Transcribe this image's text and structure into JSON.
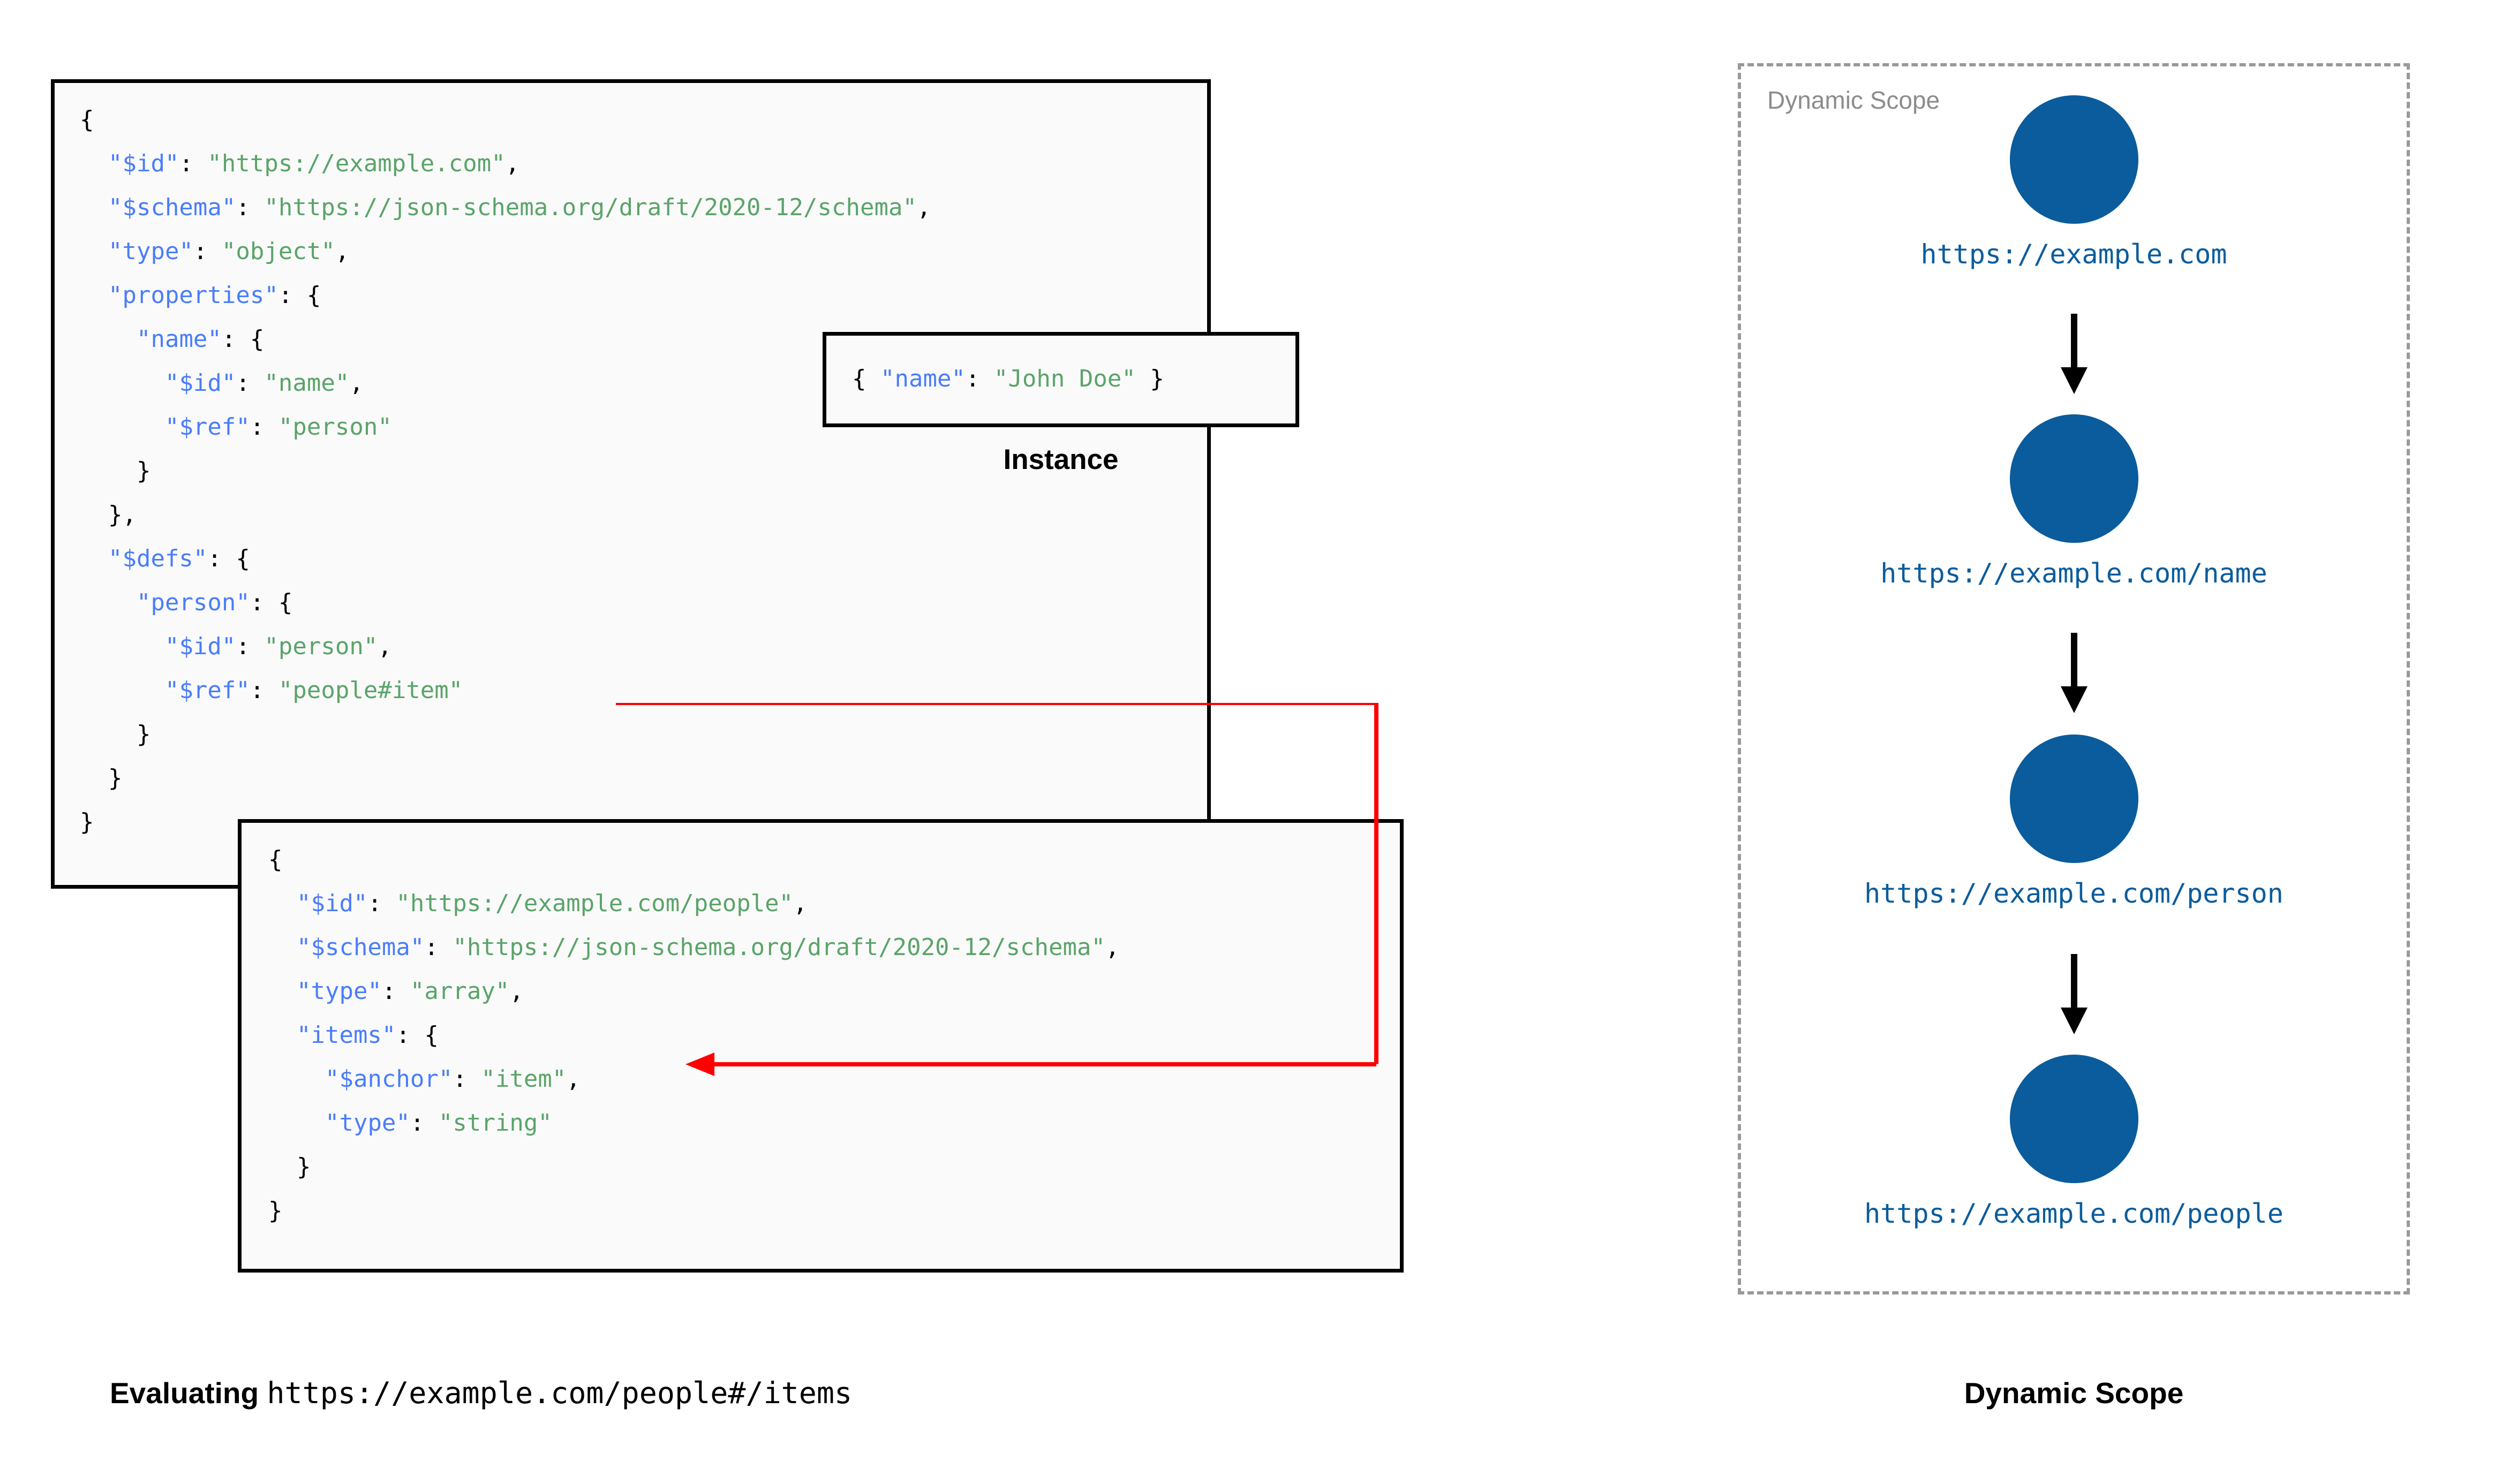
{
  "schema_root_box": {
    "lines": [
      [
        {
          "t": "{",
          "c": "p"
        }
      ],
      [
        {
          "t": "  ",
          "c": "p"
        },
        {
          "t": "\"$id\"",
          "c": "k"
        },
        {
          "t": ": ",
          "c": "p"
        },
        {
          "t": "\"https://example.com\"",
          "c": "s"
        },
        {
          "t": ",",
          "c": "p"
        }
      ],
      [
        {
          "t": "  ",
          "c": "p"
        },
        {
          "t": "\"$schema\"",
          "c": "k"
        },
        {
          "t": ": ",
          "c": "p"
        },
        {
          "t": "\"https://json-schema.org/draft/2020-12/schema\"",
          "c": "s"
        },
        {
          "t": ",",
          "c": "p"
        }
      ],
      [
        {
          "t": "  ",
          "c": "p"
        },
        {
          "t": "\"type\"",
          "c": "k"
        },
        {
          "t": ": ",
          "c": "p"
        },
        {
          "t": "\"object\"",
          "c": "s"
        },
        {
          "t": ",",
          "c": "p"
        }
      ],
      [
        {
          "t": "  ",
          "c": "p"
        },
        {
          "t": "\"properties\"",
          "c": "k"
        },
        {
          "t": ": {",
          "c": "p"
        }
      ],
      [
        {
          "t": "    ",
          "c": "p"
        },
        {
          "t": "\"name\"",
          "c": "k"
        },
        {
          "t": ": {",
          "c": "p"
        }
      ],
      [
        {
          "t": "      ",
          "c": "p"
        },
        {
          "t": "\"$id\"",
          "c": "k"
        },
        {
          "t": ": ",
          "c": "p"
        },
        {
          "t": "\"name\"",
          "c": "s"
        },
        {
          "t": ",",
          "c": "p"
        }
      ],
      [
        {
          "t": "      ",
          "c": "p"
        },
        {
          "t": "\"$ref\"",
          "c": "k"
        },
        {
          "t": ": ",
          "c": "p"
        },
        {
          "t": "\"person\"",
          "c": "s"
        }
      ],
      [
        {
          "t": "    }",
          "c": "p"
        }
      ],
      [
        {
          "t": "  },",
          "c": "p"
        }
      ],
      [
        {
          "t": "  ",
          "c": "p"
        },
        {
          "t": "\"$defs\"",
          "c": "k"
        },
        {
          "t": ": {",
          "c": "p"
        }
      ],
      [
        {
          "t": "    ",
          "c": "p"
        },
        {
          "t": "\"person\"",
          "c": "k"
        },
        {
          "t": ": {",
          "c": "p"
        }
      ],
      [
        {
          "t": "      ",
          "c": "p"
        },
        {
          "t": "\"$id\"",
          "c": "k"
        },
        {
          "t": ": ",
          "c": "p"
        },
        {
          "t": "\"person\"",
          "c": "s"
        },
        {
          "t": ",",
          "c": "p"
        }
      ],
      [
        {
          "t": "      ",
          "c": "p"
        },
        {
          "t": "\"$ref\"",
          "c": "k"
        },
        {
          "t": ": ",
          "c": "p"
        },
        {
          "t": "\"people#item\"",
          "c": "s"
        }
      ],
      [
        {
          "t": "    }",
          "c": "p"
        }
      ],
      [
        {
          "t": "  }",
          "c": "p"
        }
      ],
      [
        {
          "t": "}",
          "c": "p"
        }
      ]
    ]
  },
  "instance_box": {
    "lines": [
      [
        {
          "t": "{ ",
          "c": "p"
        },
        {
          "t": "\"name\"",
          "c": "k"
        },
        {
          "t": ": ",
          "c": "p"
        },
        {
          "t": "\"John Doe\"",
          "c": "s"
        },
        {
          "t": " }",
          "c": "p"
        }
      ]
    ],
    "caption": "Instance"
  },
  "schema_people_box": {
    "lines": [
      [
        {
          "t": "{",
          "c": "p"
        }
      ],
      [
        {
          "t": "  ",
          "c": "p"
        },
        {
          "t": "\"$id\"",
          "c": "k"
        },
        {
          "t": ": ",
          "c": "p"
        },
        {
          "t": "\"https://example.com/people\"",
          "c": "s"
        },
        {
          "t": ",",
          "c": "p"
        }
      ],
      [
        {
          "t": "  ",
          "c": "p"
        },
        {
          "t": "\"$schema\"",
          "c": "k"
        },
        {
          "t": ": ",
          "c": "p"
        },
        {
          "t": "\"https://json-schema.org/draft/2020-12/schema\"",
          "c": "s"
        },
        {
          "t": ",",
          "c": "p"
        }
      ],
      [
        {
          "t": "  ",
          "c": "p"
        },
        {
          "t": "\"type\"",
          "c": "k"
        },
        {
          "t": ": ",
          "c": "p"
        },
        {
          "t": "\"array\"",
          "c": "s"
        },
        {
          "t": ",",
          "c": "p"
        }
      ],
      [
        {
          "t": "  ",
          "c": "p"
        },
        {
          "t": "\"items\"",
          "c": "k"
        },
        {
          "t": ": {",
          "c": "p"
        }
      ],
      [
        {
          "t": "    ",
          "c": "p"
        },
        {
          "t": "\"$anchor\"",
          "c": "k"
        },
        {
          "t": ": ",
          "c": "p"
        },
        {
          "t": "\"item\"",
          "c": "s"
        },
        {
          "t": ",",
          "c": "p"
        }
      ],
      [
        {
          "t": "    ",
          "c": "p"
        },
        {
          "t": "\"type\"",
          "c": "k"
        },
        {
          "t": ": ",
          "c": "p"
        },
        {
          "t": "\"string\"",
          "c": "s"
        }
      ],
      [
        {
          "t": "  }",
          "c": "p"
        }
      ],
      [
        {
          "t": "}",
          "c": "p"
        }
      ]
    ]
  },
  "captions": {
    "evaluating_lead": "Evaluating",
    "evaluating_uri": "https://example.com/people#/items",
    "dynamic_scope": "Dynamic Scope"
  },
  "dynamic_scope": {
    "panel_label": "Dynamic Scope",
    "nodes": [
      {
        "label": "https://example.com"
      },
      {
        "label": "https://example.com/name"
      },
      {
        "label": "https://example.com/person"
      },
      {
        "label": "https://example.com/people"
      }
    ]
  },
  "colors": {
    "key": "#4a7dfb",
    "string": "#5aa469",
    "node_blue": "#0a5c9c",
    "ref_arrow_red": "#ff0000",
    "dashed_border": "#999999",
    "code_bg": "#fafafa",
    "box_border": "#000000"
  }
}
